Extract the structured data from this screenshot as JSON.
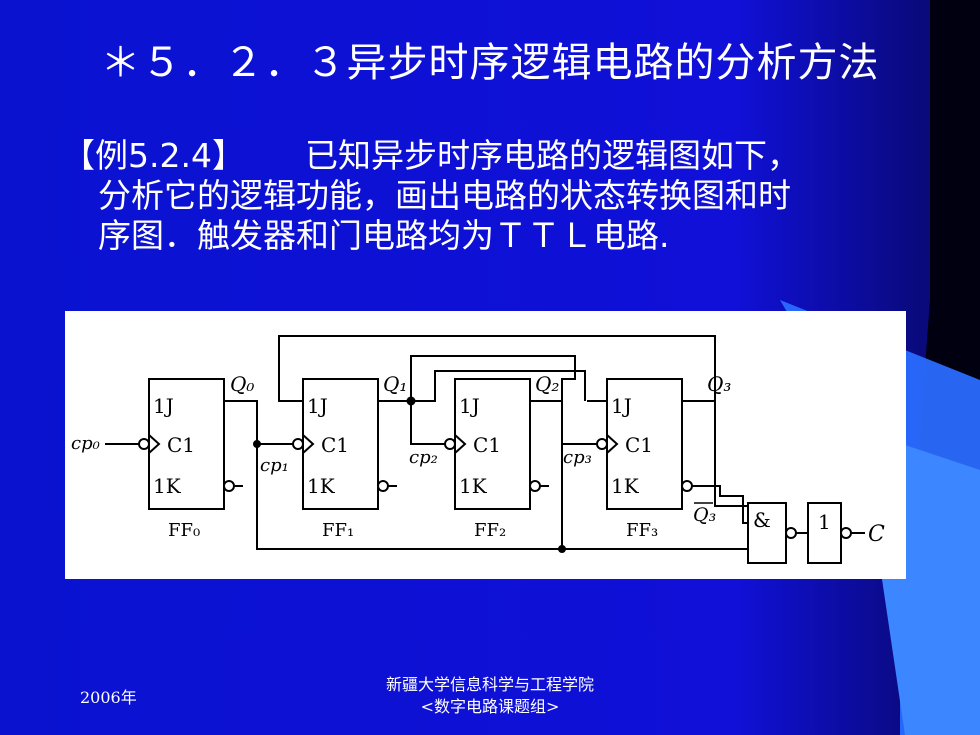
{
  "slide": {
    "title": "＊５．２．３异步时序逻辑电路的分析方法",
    "example_tag": "【例5.2.4】",
    "line1": "已知异步时序电路的逻辑图如下，",
    "line2": "分析它的逻辑功能，画出电路的状态转换图和时",
    "line3": "序图．触发器和门电路均为ＴＴＬ电路.",
    "footer_year": "2006年",
    "footer_org": "新疆大学信息科学与工程学院",
    "footer_group": "<数字电路课题组>"
  },
  "circuit": {
    "ff_labels": [
      "FF₀",
      "FF₁",
      "FF₂",
      "FF₃"
    ],
    "q_labels": [
      "Q₀",
      "Q₁",
      "Q₂",
      "Q₃"
    ],
    "q3_bar": "Q₃",
    "cp_labels": [
      "cp₀",
      "cp₁",
      "cp₂",
      "cp₃"
    ],
    "pin_j": "1J",
    "pin_k": "1K",
    "pin_c": "C1",
    "and_symbol": "&",
    "inv_symbol": "1",
    "output": "C"
  },
  "colors": {
    "background_blue": "#1010d8",
    "background_dark": "#000010",
    "accent_light_blue": "#2a7aff",
    "text": "#ffffff"
  }
}
